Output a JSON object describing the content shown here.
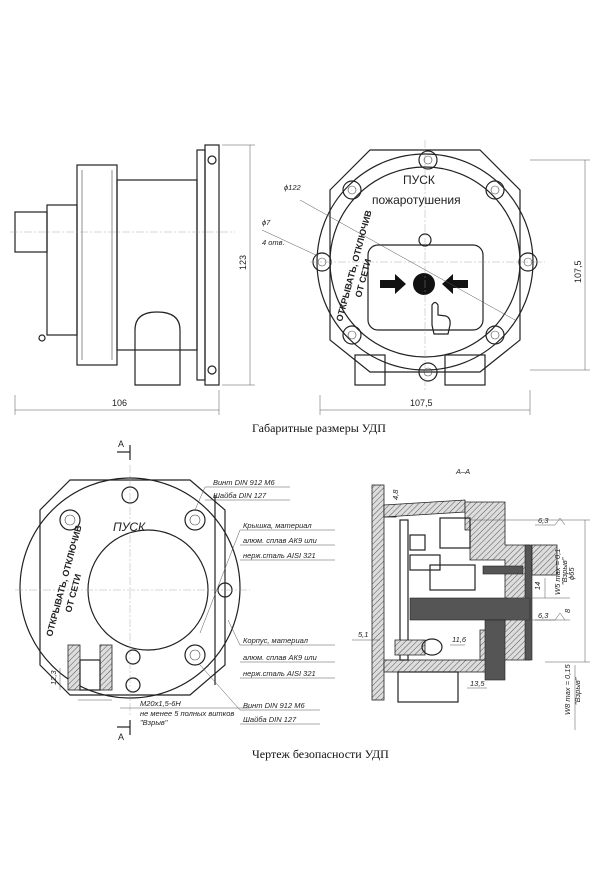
{
  "captions": {
    "dimensions": "Габаритные размеры УДП",
    "safety": "Чертеж безопасности УДП"
  },
  "top_view": {
    "dim_width_side": "106",
    "dim_height_side": "123",
    "dim_width_front": "107,5",
    "dim_height_front": "107,5",
    "dim_diameter": "ϕ122",
    "dim_holes": "ϕ7",
    "holes_count": "4 отв.",
    "panel_title": "ПУСК",
    "panel_subtitle": "пожаротушения",
    "side_label_1": "ОТКРЫВАТЬ, ОТКЛЮЧИВ",
    "side_label_2": "ОТ СЕТИ"
  },
  "bottom_view": {
    "section_marker": "А",
    "panel_title": "ПУСК",
    "side_label_1": "ОТКРЫВАТЬ, ОТКЛЮЧИВ",
    "side_label_2": "ОТ СЕТИ",
    "callouts": [
      [
        "Винт DIN 912 М6",
        "Шайба DIN 127"
      ],
      [
        "Крышка, материал",
        "алюм. сплав АК9 или",
        "нерж.сталь AISI 321"
      ],
      [
        "Корпус, материал",
        "алюм. сплав АК9 или",
        "нерж.сталь AISI 321"
      ],
      [
        "Винт DIN 912 М6",
        "Шайба DIN 127"
      ]
    ],
    "dim_thread_depth": "12,3",
    "thread_note_1": "М20х1,5-6Н",
    "thread_note_2": "не менее 5 полных витков",
    "thread_note_3": "\"Взрыв\""
  },
  "section_view": {
    "title": "А–А",
    "dim_48": "4,8",
    "dim_51": "5,1",
    "dim_116": "11,6",
    "dim_135": "13,5",
    "dim_14": "14",
    "dim_8": "8",
    "roughness_1": "6,3",
    "roughness_2": "6,3",
    "gap_note_1": "W5 max = 0,1",
    "gap_note_2": "\"Взрыв\"",
    "gap_note_3": "ϕ65",
    "gap_note_4": "W8 max = 0,15",
    "gap_note_5": "\"Взрыв\""
  }
}
